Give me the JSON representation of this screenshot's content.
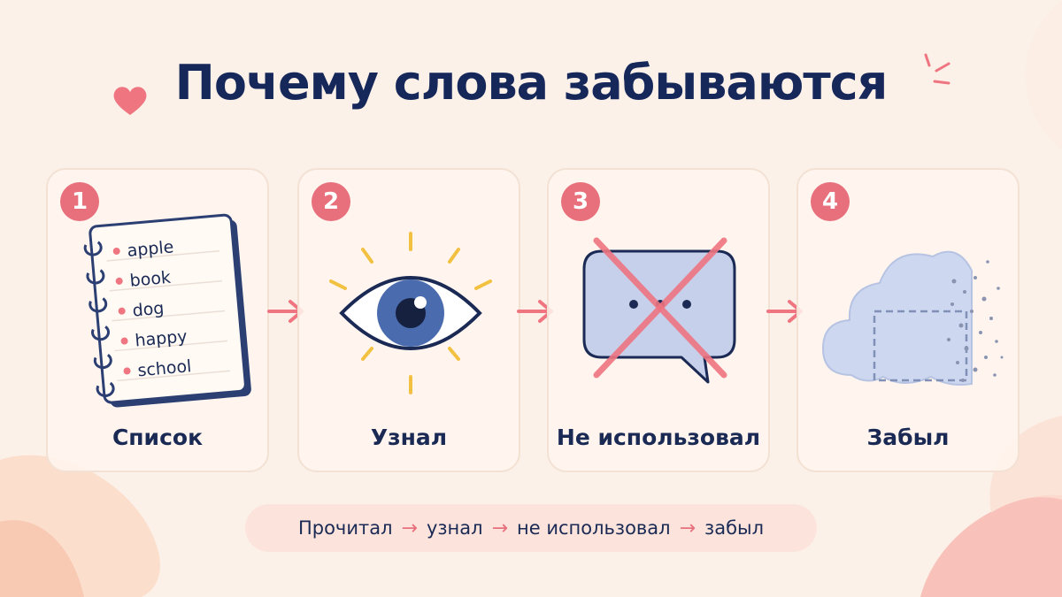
{
  "title": "Почему слова забываются",
  "steps": [
    {
      "number": "1",
      "label": "Список",
      "words": [
        "apple",
        "book",
        "dog",
        "happy",
        "school"
      ]
    },
    {
      "number": "2",
      "label": "Узнал"
    },
    {
      "number": "3",
      "label": "Не использовал"
    },
    {
      "number": "4",
      "label": "Забыл"
    }
  ],
  "summary": {
    "items": [
      "Прочитал",
      "узнал",
      "не использовал",
      "забыл"
    ],
    "arrow": "→"
  },
  "colors": {
    "accent": "#e8707c",
    "title": "#16275a",
    "card_border": "#f3e1d4",
    "eye_iris": "#4a6cae",
    "sun_rays": "#f3c141",
    "bubble": "#c6d0ea"
  },
  "icons": [
    "heart-icon",
    "sparkle-icon",
    "notebook-icon",
    "eye-icon",
    "crossed-chat-bubble-icon",
    "dissolving-cloud-icon",
    "arrow-right-icon"
  ]
}
